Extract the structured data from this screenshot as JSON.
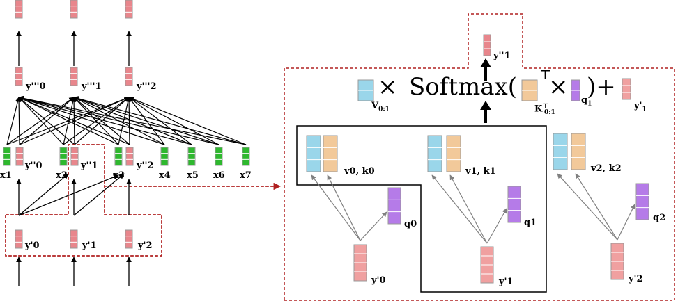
{
  "colors": {
    "output_vec": "#e8868c",
    "green_vec": "#2eb82e",
    "pink_vec": "#f0a0a0",
    "query_vec": "#b57be8",
    "value_vec": "#9ad6ea",
    "key_vec": "#f2c99a",
    "dashed_red": "#b02020",
    "arrow_gray": "#808080"
  },
  "left": {
    "top_labels": [
      "y'''0",
      "y'''1",
      "y'''2"
    ],
    "mid_y_labels": [
      "y''0",
      "y''1",
      "y''2"
    ],
    "x_labels": [
      "x1",
      "x2",
      "x3",
      "x4",
      "x5",
      "x6",
      "x7"
    ],
    "input_labels": [
      "y'0",
      "y'1",
      "y'2"
    ]
  },
  "right": {
    "output_label": "y''1",
    "formula": {
      "v": "V",
      "v_sub": "0:1",
      "times": "×",
      "softmax": "Softmax(",
      "k": "K",
      "k_sub": "0:1",
      "k_sup": "⊤",
      "transpose": "⊤",
      "times2": "×",
      "q": "q",
      "q_sub": "1",
      "close": ")+",
      "y": "y'",
      "y_sub": "1"
    },
    "vk_labels": [
      "v0, k0",
      "v1, k1",
      "v2, k2"
    ],
    "q_labels": [
      "q0",
      "q1",
      "q2"
    ],
    "y_labels": [
      "y'0",
      "y'1",
      "y'2"
    ]
  }
}
